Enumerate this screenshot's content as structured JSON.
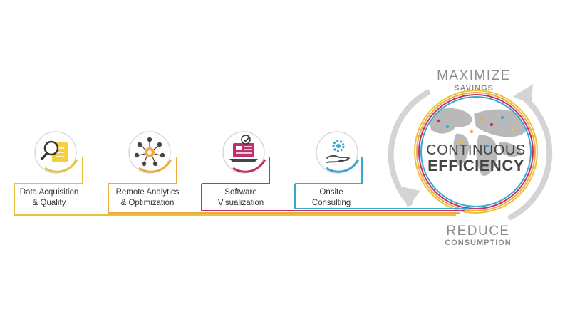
{
  "steps": [
    {
      "line1": "Data Acquisition",
      "line2": "& Quality",
      "color": "#e8c33a",
      "icon": "document-magnifier-icon"
    },
    {
      "line1": "Remote Analytics",
      "line2": "& Optimization",
      "color": "#f2a83c",
      "icon": "network-people-icon"
    },
    {
      "line1": "Software",
      "line2": "Visualization",
      "color": "#c0306d",
      "icon": "laptop-dashboard-icon"
    },
    {
      "line1": "Onsite",
      "line2": "Consulting",
      "color": "#39a9d0",
      "icon": "hand-gear-icon"
    }
  ],
  "cycle": {
    "top_main": "MAXIMIZE",
    "top_sub": "SAVINGS",
    "center_line1": "CONTINUOUS",
    "center_line2": "EFFICIENCY",
    "bottom_main": "REDUCE",
    "bottom_sub": "CONSUMPTION"
  },
  "colors": {
    "yellow": "#e8c33a",
    "orange": "#f2a83c",
    "magenta": "#c0306d",
    "blue": "#39a9d0",
    "gray_text": "#8c8c8c",
    "dark_text": "#444444",
    "arrow_gray": "#d4d4d4"
  }
}
